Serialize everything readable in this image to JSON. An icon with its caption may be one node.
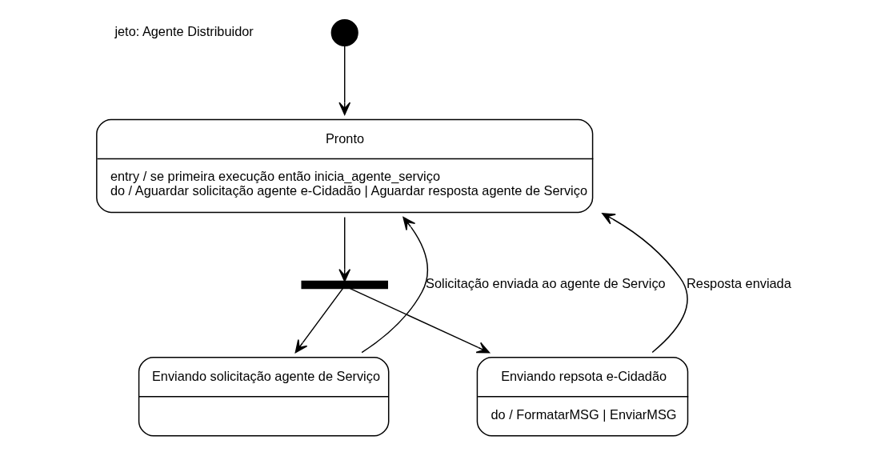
{
  "diagram": {
    "nodes": [
      {
        "text": [],
        "shape": "circle"
      },
      {
        "text": [
          "Pronto",
          "entry / se primeira execução então inicia_agente_serviço",
          "do / Aguardar solicitação agente e-Cidadão | Aguardar resposta agente de Serviço"
        ]
      },
      {
        "text": [],
        "shape": "bar"
      },
      {
        "text": [
          "Enviando solicitação agente de Serviço"
        ]
      },
      {
        "text": [
          "Enviando repsota e-Cidadão",
          "do / FormatarMSG | EnviarMSG"
        ]
      }
    ],
    "edges": [
      {
        "from": 0,
        "to": 1,
        "arrow": "to"
      },
      {
        "from": 1,
        "to": 2,
        "arrow": "to"
      },
      {
        "from": 2,
        "to": 3,
        "arrow": "to"
      },
      {
        "from": 2,
        "to": 4,
        "arrow": "to"
      },
      {
        "from": 3,
        "to": 1,
        "arrow": "to",
        "label": "Solicitação enviada ao agente de Serviço"
      },
      {
        "from": 4,
        "to": 1,
        "arrow": "to",
        "label": "Resposta enviada"
      }
    ],
    "labels": [
      "jeto: Agente Distribuidor"
    ]
  }
}
